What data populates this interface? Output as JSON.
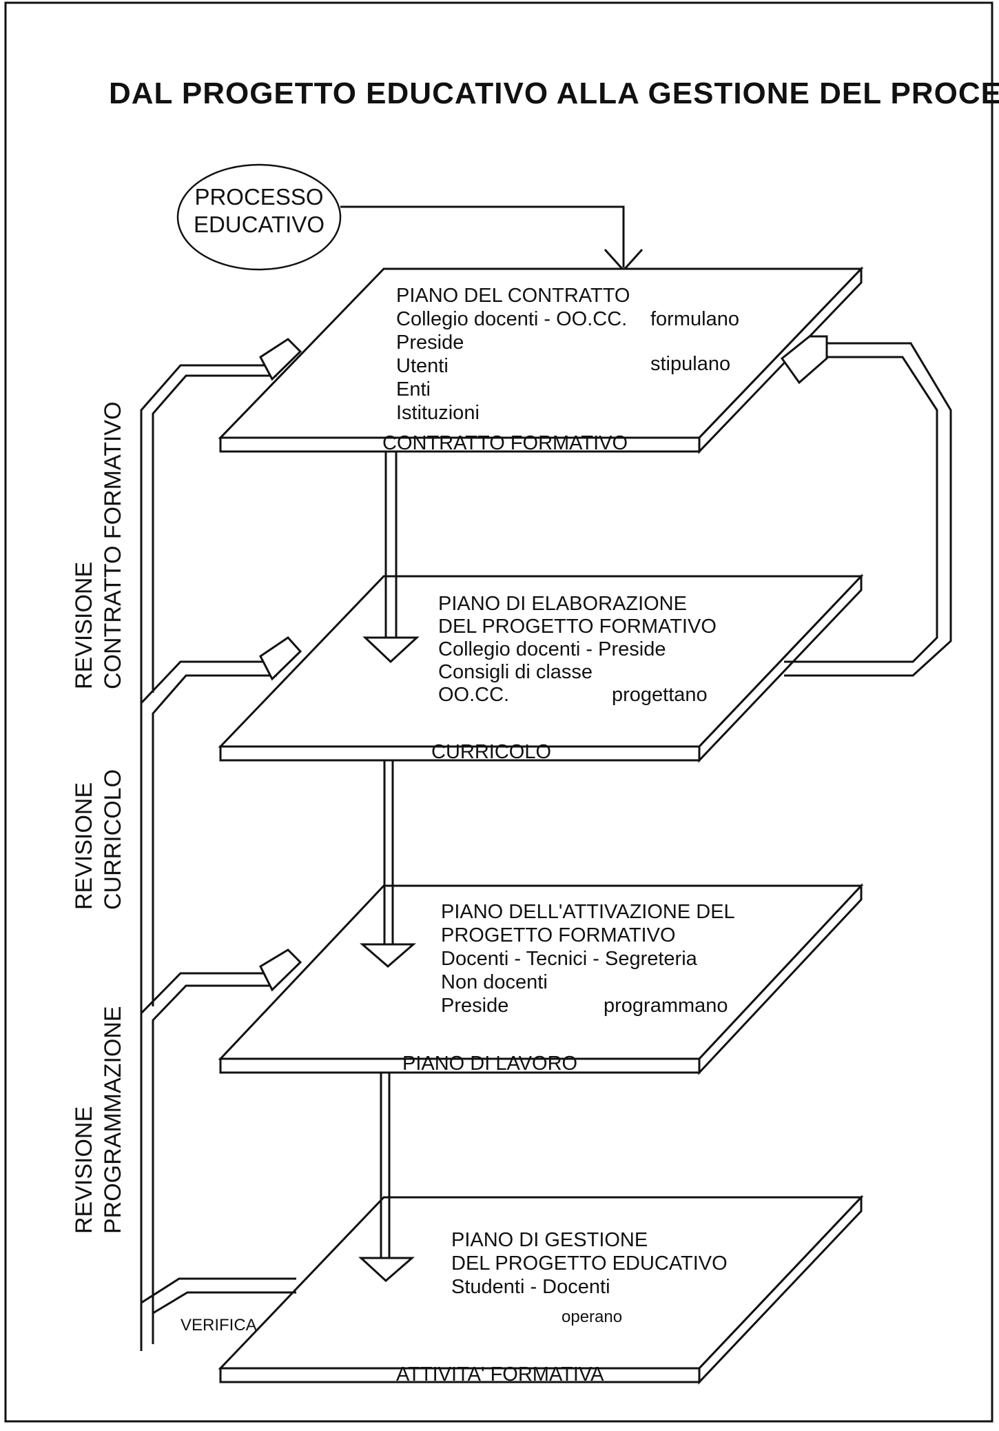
{
  "title": "DAL PROGETTO EDUCATIVO ALLA GESTIONE DEL PROCESSO FORMATIVO",
  "ellipse": {
    "line1": "PROCESSO",
    "line2": "EDUCATIVO"
  },
  "planes": [
    {
      "lines": [
        "PIANO DEL CONTRATTO",
        "Collegio docenti - OO.CC.",
        "Preside",
        "Utenti",
        "Enti",
        "Istituzioni"
      ],
      "verbs": [
        "formulano",
        "stipulano"
      ],
      "output": "CONTRATTO FORMATIVO"
    },
    {
      "lines": [
        "PIANO DI ELABORAZIONE",
        "DEL PROGETTO FORMATIVO",
        "Collegio docenti   -   Preside",
        "Consigli di classe",
        "OO.CC."
      ],
      "verbs": [
        "progettano"
      ],
      "output": "CURRICOLO"
    },
    {
      "lines": [
        "PIANO DELL'ATTIVAZIONE DEL",
        "PROGETTO FORMATIVO",
        "Docenti - Tecnici - Segreteria",
        "Non docenti",
        "Preside"
      ],
      "verbs": [
        "programmano"
      ],
      "output": "PIANO DI LAVORO"
    },
    {
      "lines": [
        "PIANO DI GESTIONE",
        "DEL PROGETTO EDUCATIVO",
        "Studenti - Docenti"
      ],
      "verbs": [
        "operano"
      ],
      "output": "ATTIVITA' FORMATIVA"
    }
  ],
  "side_labels": [
    {
      "line1": "REVISIONE",
      "line2": "CONTRATTO FORMATIVO"
    },
    {
      "line1": "REVISIONE",
      "line2": "CURRICOLO"
    },
    {
      "line1": "REVISIONE",
      "line2": "PROGRAMMAZIONE"
    }
  ],
  "verifica": "VERIFICA"
}
